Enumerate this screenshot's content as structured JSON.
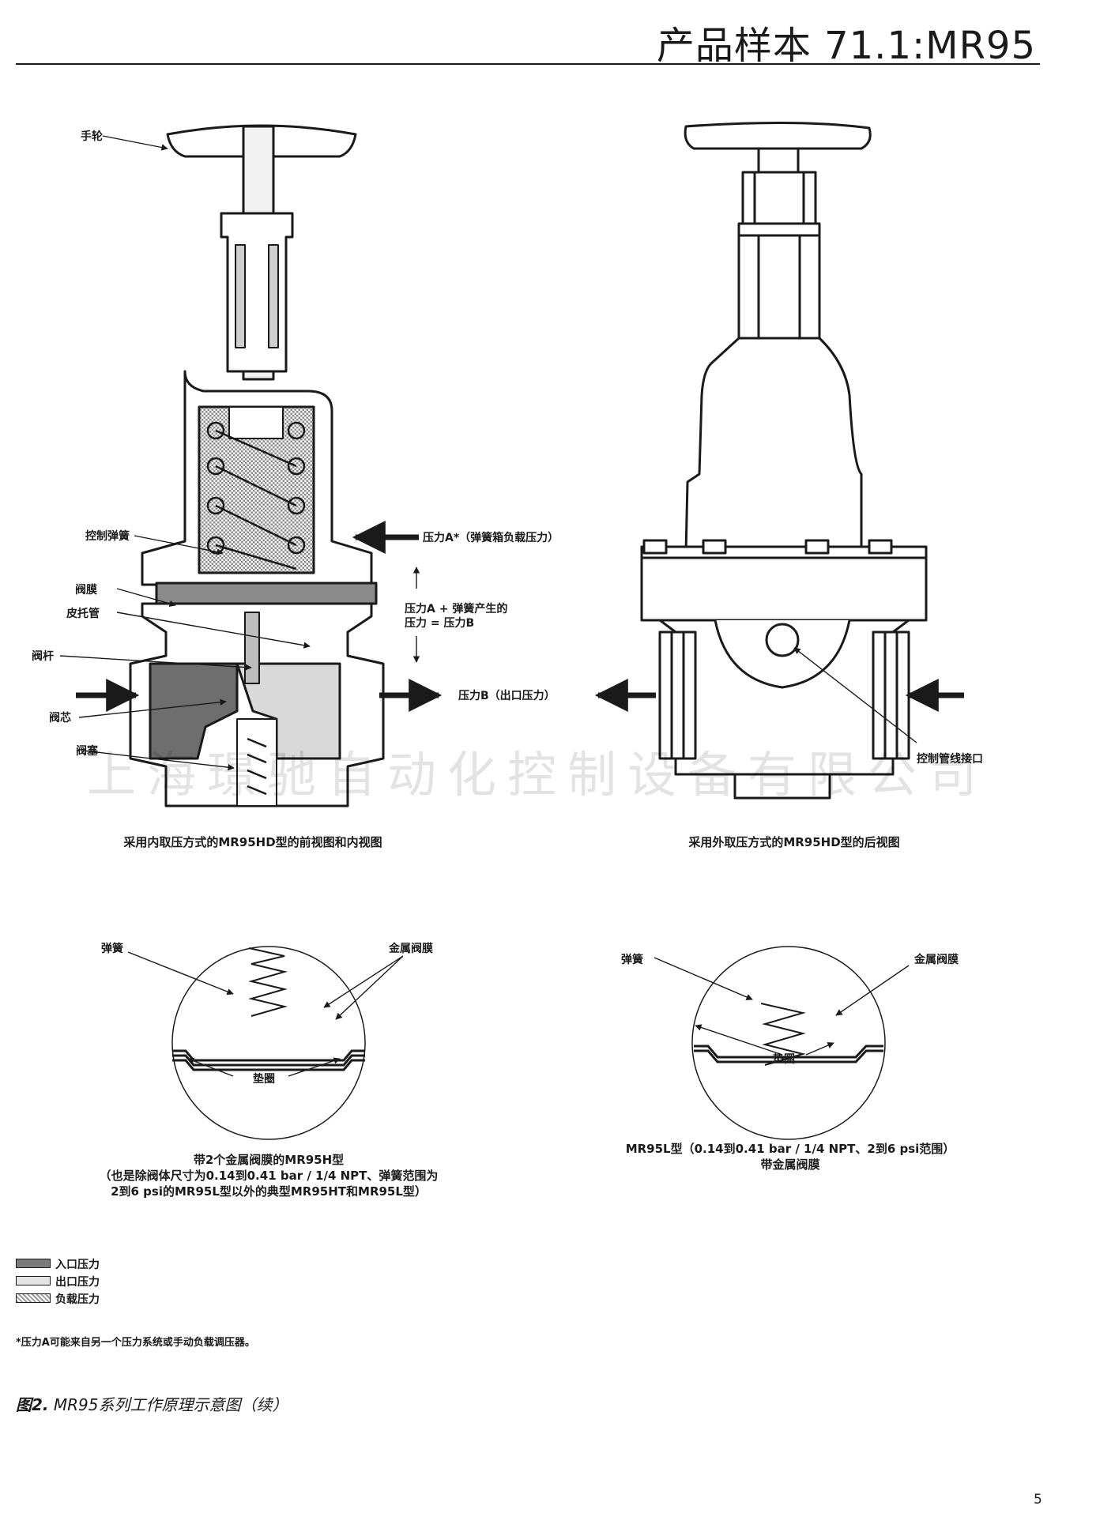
{
  "header": {
    "title": "产品样本 71.1:MR95"
  },
  "watermark": "上海璟驰自动化控制设备有限公司",
  "front_view": {
    "labels": {
      "handwheel": "手轮",
      "control_spring": "控制弹簧",
      "diaphragm": "阀膜",
      "pitot_tube": "皮托管",
      "valve_stem": "阀杆",
      "valve_core": "阀芯",
      "valve_plug": "阀塞",
      "pressure_a": "压力A*（弹簧箱负载压力）",
      "pressure_sum_line1": "压力A + 弹簧产生的",
      "pressure_sum_line2": "压力 = 压力B",
      "pressure_b": "压力B（出口压力）"
    },
    "caption": "采用内取压方式的MR95HD型的前视图和内视图"
  },
  "rear_view": {
    "labels": {
      "control_line": "控制管线接口"
    },
    "caption": "采用外取压方式的MR95HD型的后视图"
  },
  "detail_h": {
    "labels": {
      "spring": "弹簧",
      "metal_diaphragm": "金属阀膜",
      "gasket": "垫圈"
    },
    "caption_lines": [
      "带2个金属阀膜的MR95H型",
      "（也是除阀体尺寸为0.14到0.41 bar / 1/4 NPT、弹簧范围为",
      "2到6 psi的MR95L型以外的典型MR95HT和MR95L型）"
    ]
  },
  "detail_l": {
    "labels": {
      "spring": "弹簧",
      "metal_diaphragm": "金属阀膜",
      "gasket": "垫圈"
    },
    "caption_lines": [
      "MR95L型（0.14到0.41 bar / 1/4 NPT、2到6 psi范围）",
      "带金属阀膜"
    ]
  },
  "legend": [
    {
      "label": "入口压力",
      "swatch": "inlet",
      "color": "#7a7a7a"
    },
    {
      "label": "出口压力",
      "swatch": "outlet",
      "color": "#e4e4e4"
    },
    {
      "label": "负载压力",
      "swatch": "load",
      "color": "#9a9a9a"
    }
  ],
  "footnote": "*压力A可能来自另一个压力系统或手动负载调压器。",
  "figure_caption": {
    "number": "图2.",
    "text": " MR95系列工作原理示意图（续）"
  },
  "page_number": "5"
}
